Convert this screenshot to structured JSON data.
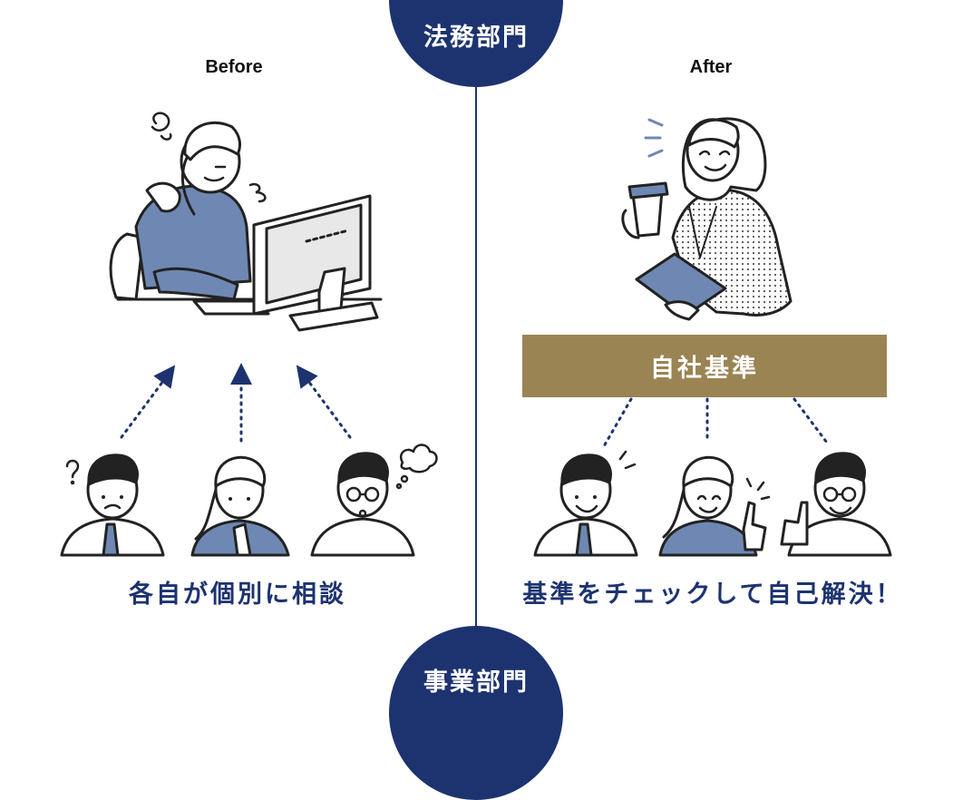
{
  "departments": {
    "top": "法務部門",
    "bottom": "事業部門"
  },
  "before": {
    "heading": "Before",
    "caption": "各自が個別に相談"
  },
  "after": {
    "heading": "After",
    "caption": "基準をチェックして自己解決！",
    "standard": "自社基準"
  },
  "colors": {
    "navy": "#1d3370",
    "gold": "#9a8453",
    "blue_shirt": "#6e88b3",
    "outline": "#222222"
  },
  "icons": [
    "question-mark-icon",
    "thought-bubble-icon",
    "sigh-puff-icon",
    "exclamation-lines-icon",
    "computer-monitor-icon",
    "coffee-cup-icon",
    "tablet-icon",
    "dotted-arrow-icon"
  ]
}
